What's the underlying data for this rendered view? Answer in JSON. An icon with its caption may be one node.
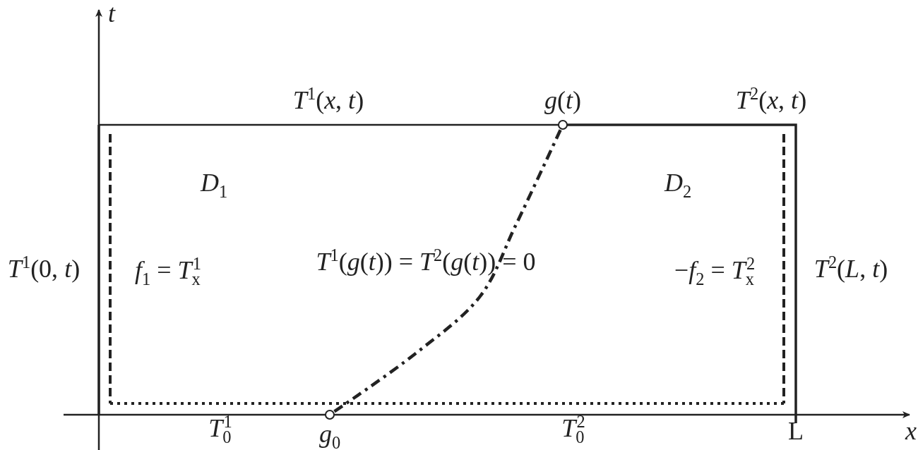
{
  "diagram": {
    "nodes": [
      {
        "text": [],
        "shape": "circle",
        "beside": [
          "*g*(*t*)"
        ]
      },
      {
        "text": [],
        "shape": "circle",
        "beside": [
          "*g*$_{0}$"
        ]
      }
    ],
    "edges": [
      {
        "from": 1,
        "to": 0,
        "arrow": "none",
        "style": "dashed"
      }
    ],
    "labels": [
      "*t*",
      "*T*$^{1}$(*x*, *t*)",
      "*T*$^{2}$(*x*, *t*)",
      "*D*$_{1}$",
      "*D*$_{2}$",
      "*T*$^{1}$(0, *t*)",
      "*f*$_{1}$ = *T*$_{x}$$^{1}$",
      "*T*$^{1}$(*g*(*t*)) = *T*$^{2}$(*g*(*t*)) = 0",
      "−*f*$_{2}$ = *T*$_{x}$$^{2}$",
      "*T*$^{2}$(*L*, *t*)",
      "*T*$_{0}$$^{1}$",
      "*T*$_{0}$$^{2}$",
      "L",
      "*x*"
    ]
  }
}
